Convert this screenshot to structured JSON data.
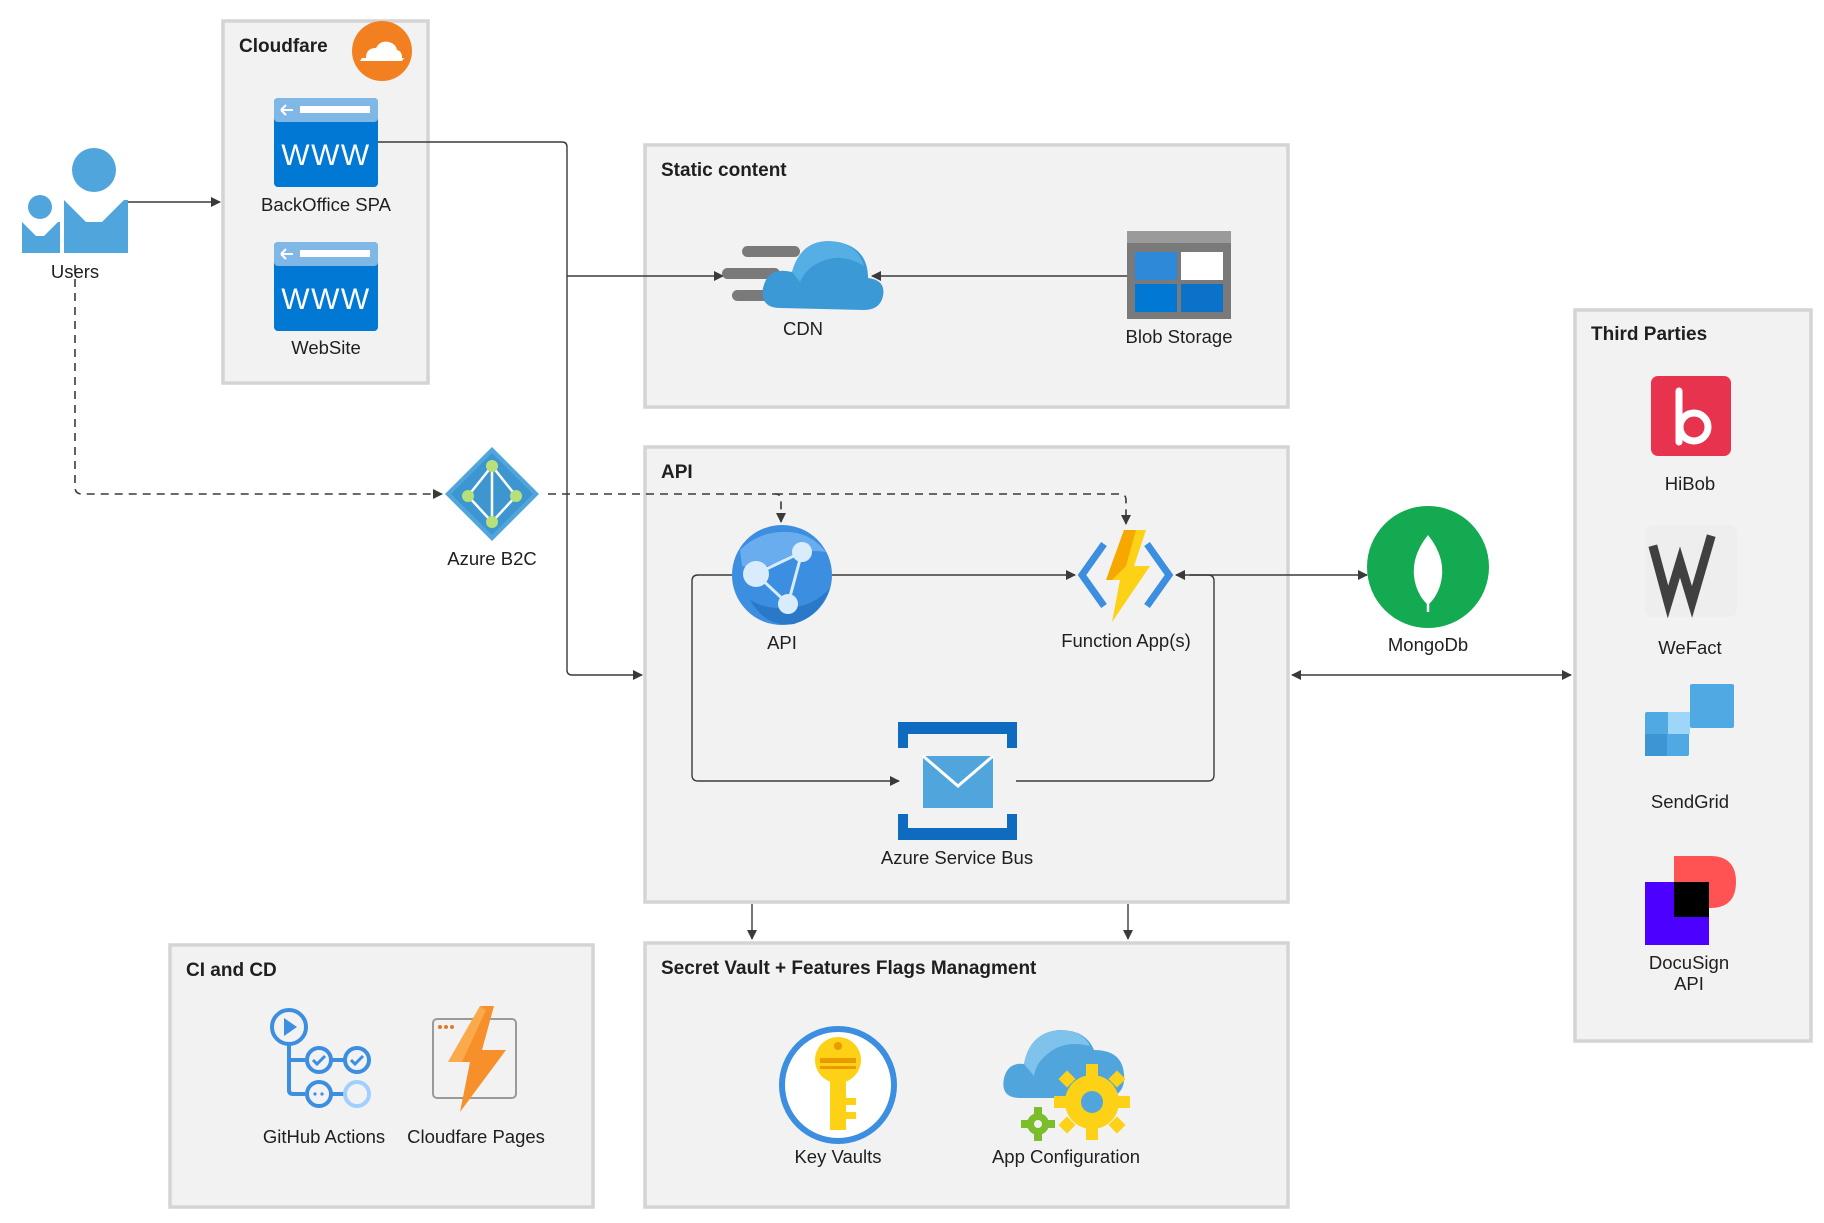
{
  "groups": {
    "cloudflare": "Cloudfare",
    "static_content": "Static content",
    "api": "API",
    "third_parties": "Third Parties",
    "cicd": "CI and CD",
    "secrets": "Secret Vault + Features Flags Managment"
  },
  "nodes": {
    "users": "Users",
    "backoffice_spa": "BackOffice SPA",
    "website": "WebSite",
    "www_text": "WWW",
    "cdn": "CDN",
    "blob_storage": "Blob Storage",
    "azure_b2c": "Azure B2C",
    "api": "API",
    "function_apps": "Function App(s)",
    "service_bus": "Azure Service Bus",
    "mongodb": "MongoDb",
    "hibob": "HiBob",
    "wefact": "WeFact",
    "sendgrid": "SendGrid",
    "docusign_line1": "DocuSign",
    "docusign_line2": "API",
    "github_actions": "GitHub Actions",
    "cloudflare_pages": "Cloudfare Pages",
    "key_vaults": "Key Vaults",
    "app_configuration": "App Configuration"
  },
  "icons": {
    "users": "users-icon",
    "cloudflare": "cloudflare-cloud-icon",
    "web_app": "browser-www-icon",
    "cdn": "cdn-cloud-icon",
    "blob": "blob-storage-icon",
    "b2c": "azure-b2c-diamond-icon",
    "api": "app-service-globe-icon",
    "function": "function-app-bolt-icon",
    "bus": "service-bus-envelope-icon",
    "mongo": "mongodb-leaf-icon",
    "hibob": "hibob-b-icon",
    "wefact": "wefact-w-icon",
    "sendgrid": "sendgrid-squares-icon",
    "docusign": "docusign-icon",
    "github": "github-actions-icon",
    "pages": "cloudflare-pages-icon",
    "vault": "key-vault-icon",
    "appconfig": "app-configuration-icon"
  },
  "colors": {
    "group_fill": "#f2f2f2",
    "group_border": "#d4d4d4",
    "azure_blue": "#0078d4",
    "light_blue": "#50a6dc",
    "cloudflare_orange": "#f38020",
    "mongo_green": "#13aa52",
    "hibob_red": "#e8334f",
    "docusign_purple": "#4c00ff"
  }
}
